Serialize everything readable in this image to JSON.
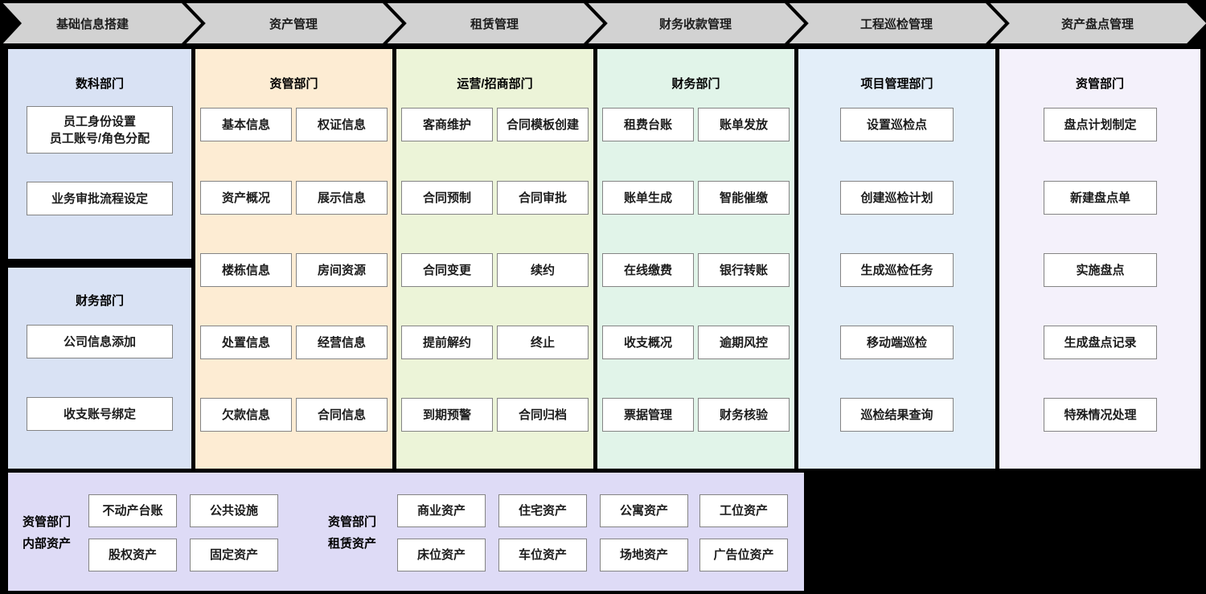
{
  "steps": [
    "基础信息搭建",
    "资产管理",
    "租赁管理",
    "财务收款管理",
    "工程巡检管理",
    "资产盘点管理"
  ],
  "columns": {
    "basic_info_block1": {
      "department": "数科部门",
      "box1_line1": "员工身份设置",
      "box1_line2": "员工账号/角色分配",
      "box2": "业务审批流程设定"
    },
    "basic_info_block2": {
      "department": "财务部门",
      "box1": "公司信息添加",
      "box2": "收支账号绑定"
    },
    "asset_mgmt": {
      "department": "资管部门",
      "boxes": [
        "基本信息",
        "权证信息",
        "资产概况",
        "展示信息",
        "楼栋信息",
        "房间资源",
        "处置信息",
        "经营信息",
        "欠款信息",
        "合同信息"
      ]
    },
    "lease_mgmt": {
      "department": "运营/招商部门",
      "boxes": [
        "客商维护",
        "合同模板创建",
        "合同预制",
        "合同审批",
        "合同变更",
        "续约",
        "提前解约",
        "终止",
        "到期预警",
        "合同归档"
      ]
    },
    "finance_collect": {
      "department": "财务部门",
      "boxes": [
        "租费台账",
        "账单发放",
        "账单生成",
        "智能催缴",
        "在线缴费",
        "银行转账",
        "收支概况",
        "逾期风控",
        "票据管理",
        "财务核验"
      ]
    },
    "inspection": {
      "department": "项目管理部门",
      "boxes": [
        "设置巡检点",
        "创建巡检计划",
        "生成巡检任务",
        "移动端巡检",
        "巡检结果查询"
      ]
    },
    "inventory": {
      "department": "资管部门",
      "boxes": [
        "盘点计划制定",
        "新建盘点单",
        "实施盘点",
        "生成盘点记录",
        "特殊情况处理"
      ]
    }
  },
  "bottom": {
    "group1_label": [
      "资管部门",
      "内部资产"
    ],
    "group1_boxes": [
      "不动产台账",
      "公共设施",
      "股权资产",
      "固定资产"
    ],
    "group2_label": [
      "资管部门",
      "租赁资产"
    ],
    "group2_boxes": [
      "商业资产",
      "住宅资产",
      "公寓资产",
      "工位资产",
      "床位资产",
      "车位资产",
      "场地资产",
      "广告位资产"
    ]
  },
  "colors": {
    "background": "#000000",
    "chevron_gray": "#d2d2d2",
    "basic_info_panel": "#d9e2f4",
    "asset_mgmt_panel": "#fdecd3",
    "lease_mgmt_panel": "#ecf4d8",
    "finance_panel": "#e1f4e9",
    "inspection_panel": "#e3eef9",
    "inventory_panel": "#f4f1fb",
    "bottom_panel": "#dedbf6",
    "box_border": "#848484",
    "box_fill": "#ffffff"
  }
}
